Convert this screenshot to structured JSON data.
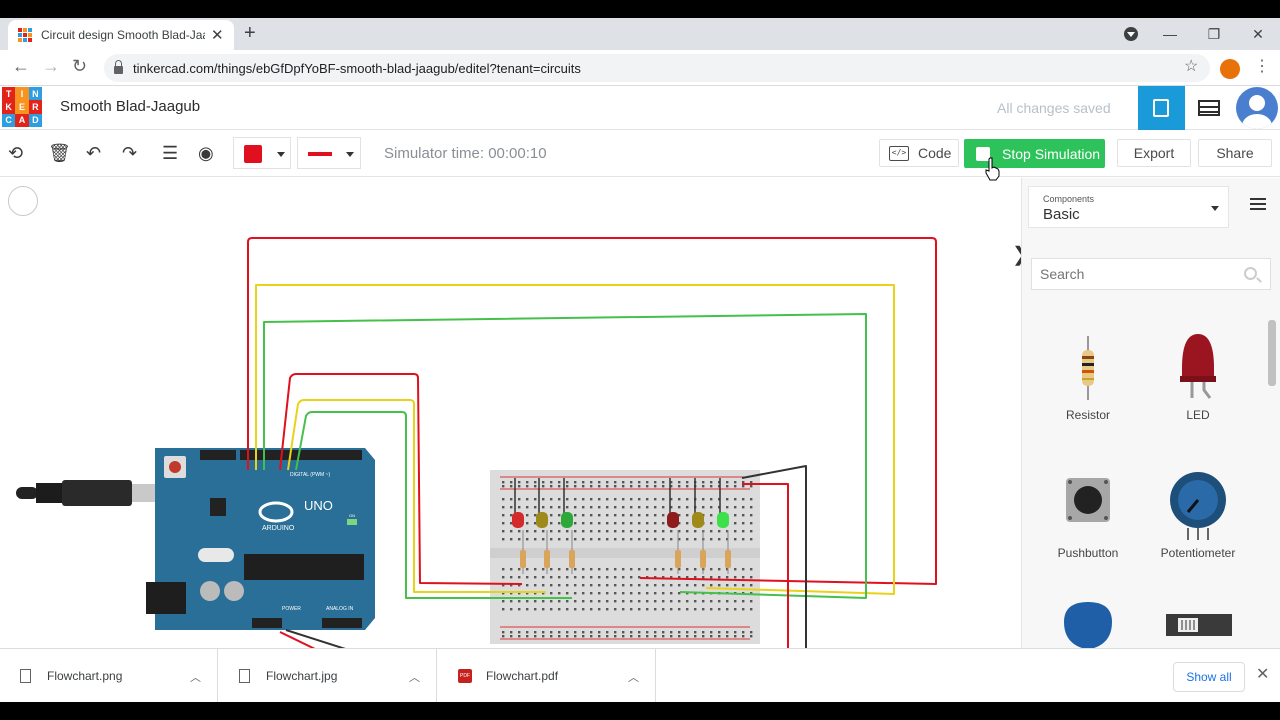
{
  "browser": {
    "tab_title": "Circuit design Smooth Blad-Jaagub",
    "tab_close": "✕",
    "new_tab": "+",
    "url": "tinkercad.com/things/ebGfDpfYoBF-smooth-blad-jaagub/editel?tenant=circuits",
    "controls": {
      "minimize": "—",
      "restore": "❐",
      "close": "✕"
    }
  },
  "app": {
    "logo_letters": [
      "T",
      "I",
      "N",
      "K",
      "E",
      "R",
      "C",
      "A",
      "D"
    ],
    "logo_colors": [
      "#e2231a",
      "#f7931e",
      "#2d9ee0",
      "#e2231a",
      "#f7931e",
      "#e2231a",
      "#2d9ee0",
      "#e2231a",
      "#2d9ee0"
    ],
    "project_title": "Smooth Blad-Jaagub",
    "save_status": "All changes saved"
  },
  "toolbar": {
    "simulator_time": "Simulator time: 00:00:10",
    "code_label": "Code",
    "stop_label": "Stop Simulation",
    "export_label": "Export",
    "share_label": "Share",
    "accent_color": "#2ec25b",
    "wire_color": "#e0101e"
  },
  "panel": {
    "components_label": "Components",
    "components_value": "Basic",
    "search_placeholder": "Search",
    "components": [
      {
        "label": "Resistor"
      },
      {
        "label": "LED"
      },
      {
        "label": "Pushbutton"
      },
      {
        "label": "Potentiometer"
      }
    ]
  },
  "arduino": {
    "brand": "ARDUINO",
    "model": "UNO",
    "digital_label": "DIGITAL (PWM ~)",
    "power_label": "POWER",
    "analog_label": "ANALOG IN",
    "on_label": "ON"
  },
  "downloads": {
    "items": [
      {
        "name": "Flowchart.png",
        "type": "file"
      },
      {
        "name": "Flowchart.jpg",
        "type": "file"
      },
      {
        "name": "Flowchart.pdf",
        "type": "pdf"
      }
    ],
    "pdf_badge": "PDF",
    "show_all": "Show all"
  }
}
